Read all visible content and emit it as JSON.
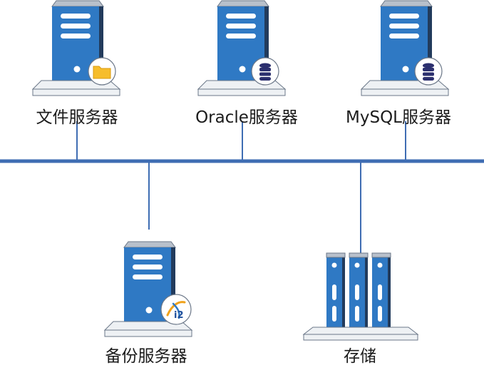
{
  "colors": {
    "line": "#3f6db3",
    "server_face": "#2f79c4",
    "server_top": "#b8c0cb",
    "server_side": "#223b5c",
    "base": "#eef1f4",
    "base_stroke": "#6b7788",
    "slot": "#ffffff",
    "folder": "#f6bd2c",
    "db": "#2b2f6e",
    "badge_stroke": "#6b7788"
  },
  "nodes": [
    {
      "id": "file-server",
      "label": "文件服务器",
      "icon": "folder-icon"
    },
    {
      "id": "oracle-server",
      "label": "Oracle服务器",
      "icon": "database-icon"
    },
    {
      "id": "mysql-server",
      "label": "MySQL服务器",
      "icon": "database-icon"
    },
    {
      "id": "backup-server",
      "label": "备份服务器",
      "icon": "i2-logo-icon"
    },
    {
      "id": "storage",
      "label": "存储",
      "icon": "storage-array-icon"
    }
  ]
}
